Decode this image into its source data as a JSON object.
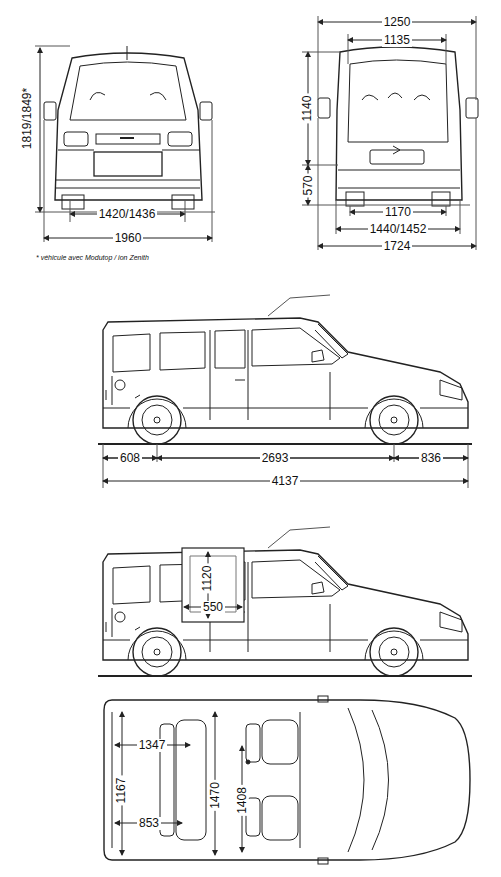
{
  "diagram": {
    "labels": [
      "1819/1849*",
      "1420/1436",
      "1960",
      "* véhicule avec Modutop / ion Zenith",
      "1250",
      "1135",
      "1140",
      "570",
      "1170",
      "1440/1452",
      "1724",
      "608",
      "2693",
      "836",
      "4137",
      "1120",
      "550",
      "1347",
      "1167",
      "1470",
      "853",
      "1408"
    ]
  }
}
